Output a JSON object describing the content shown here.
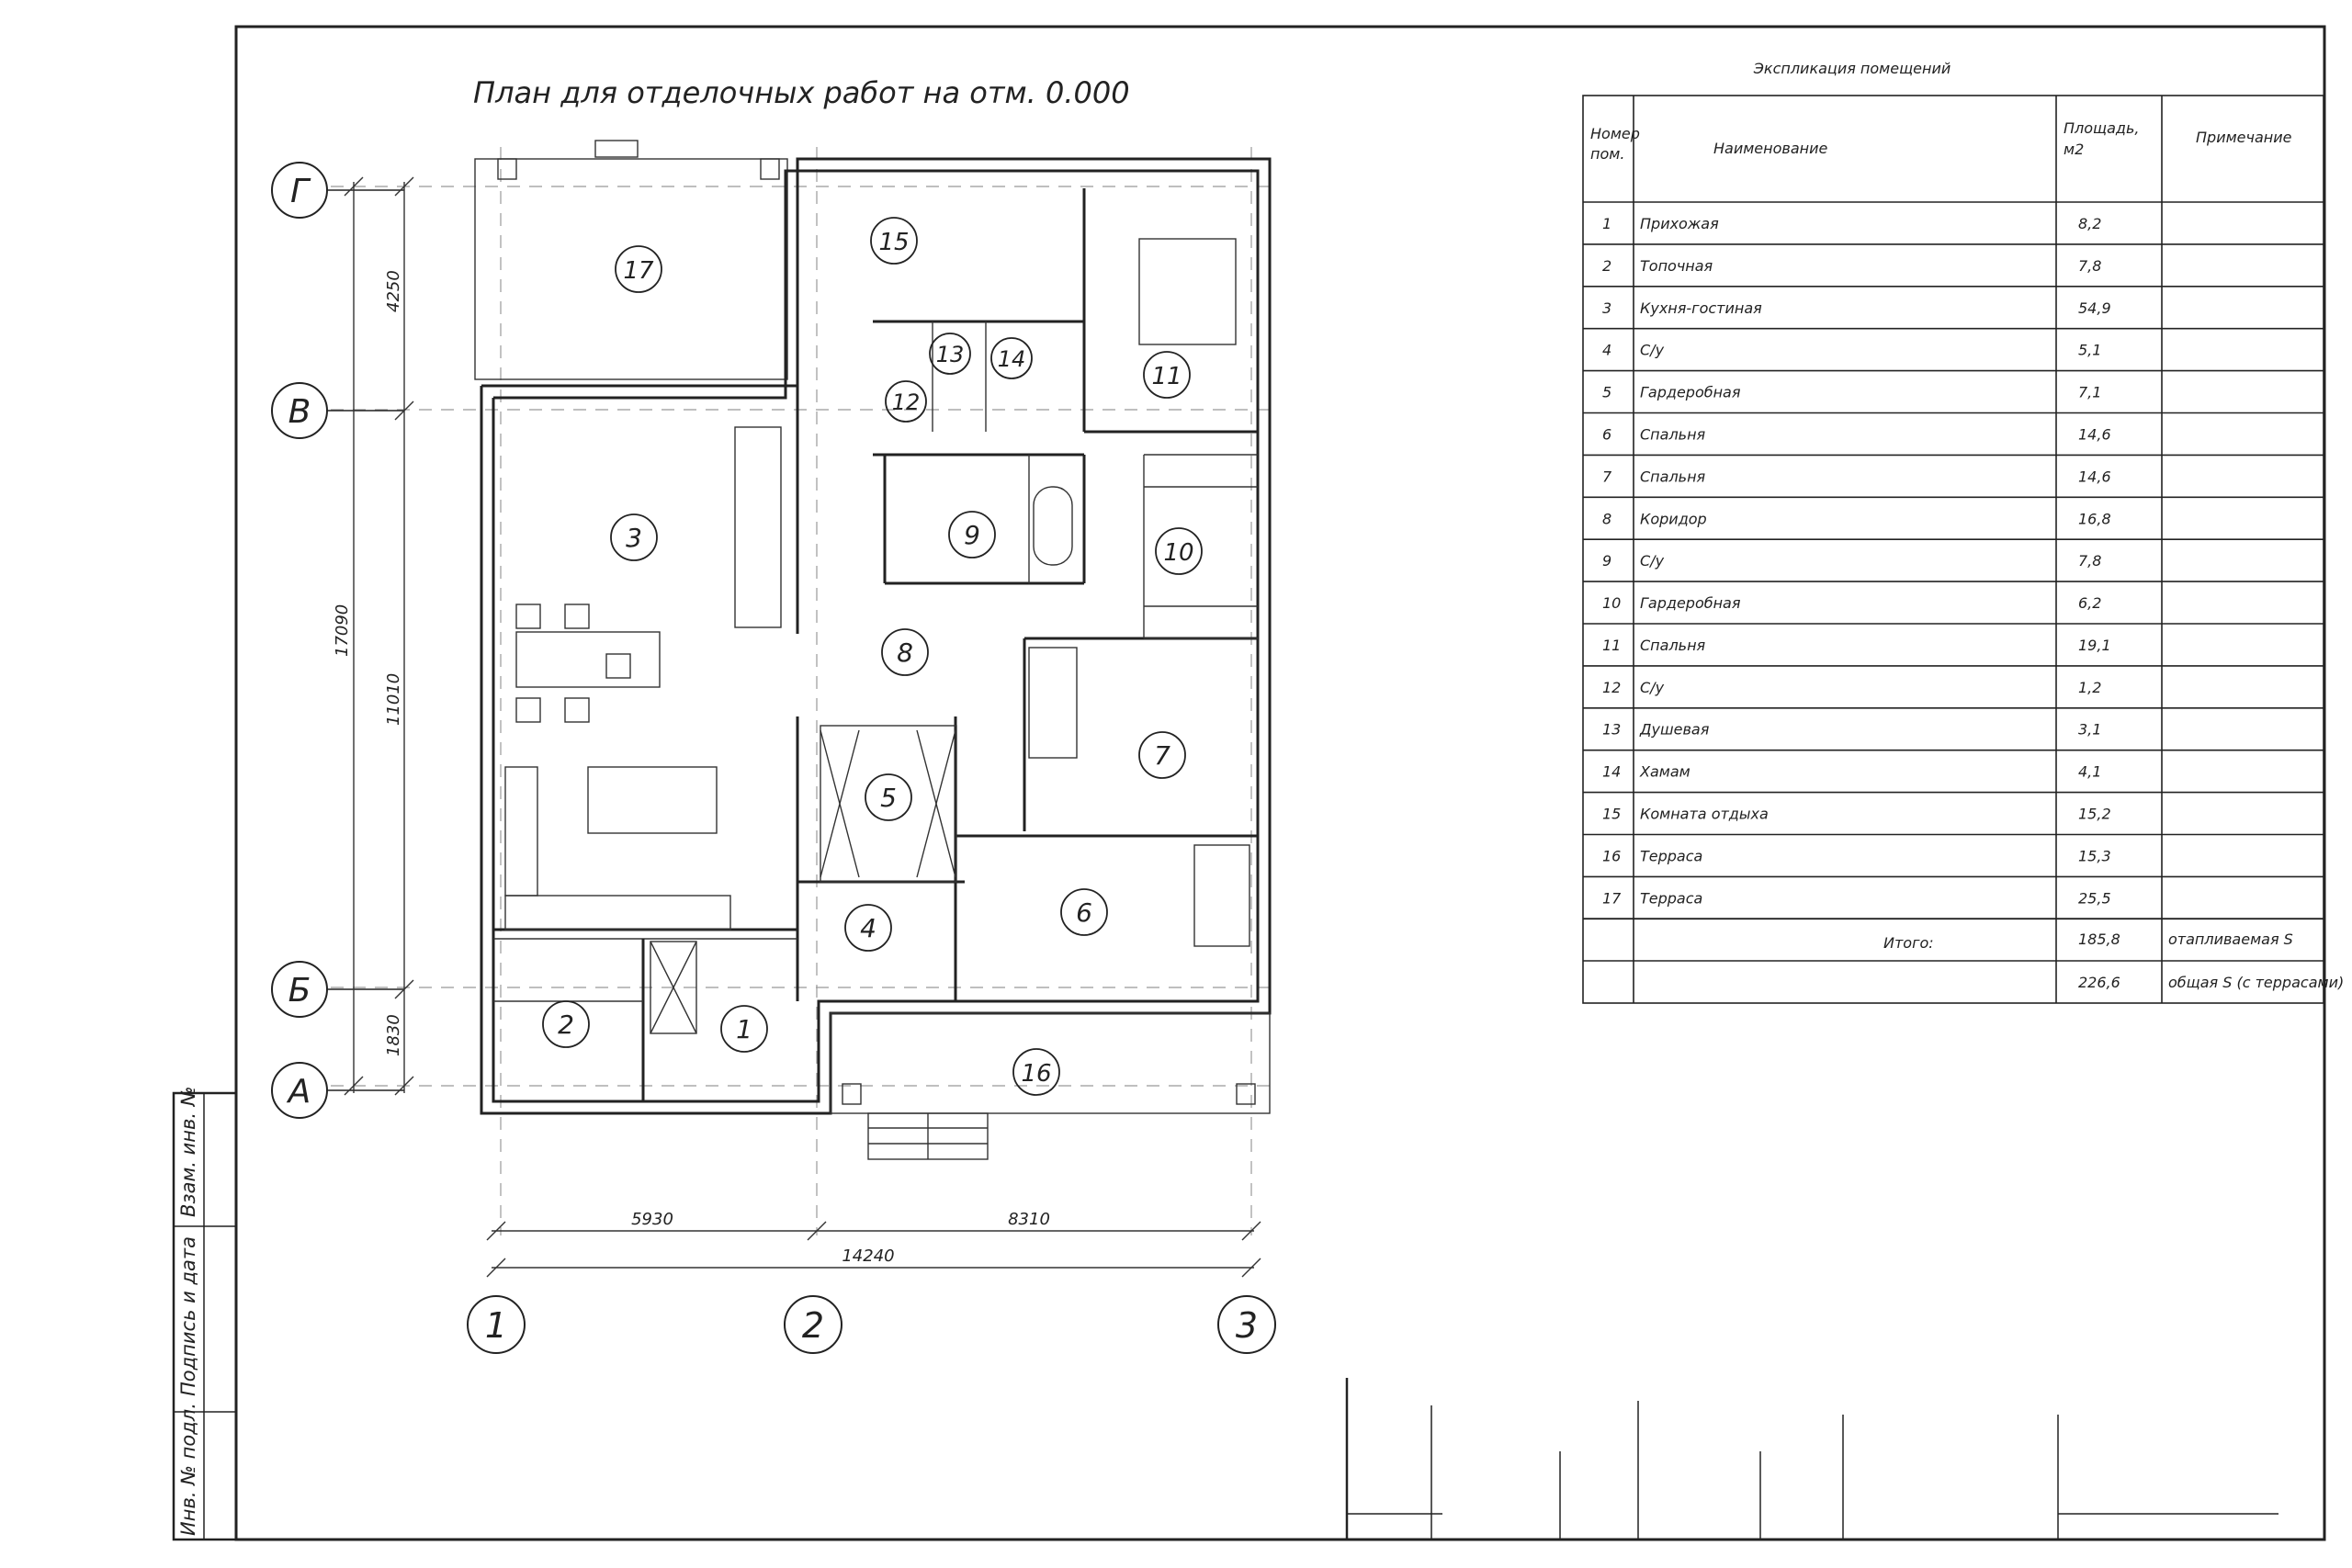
{
  "plan": {
    "title": "План для отделочных работ на отм. 0.000"
  },
  "axes": {
    "rows": [
      "Г",
      "В",
      "Б",
      "А"
    ],
    "cols": [
      "1",
      "2",
      "3"
    ]
  },
  "dimensions": {
    "vertical": [
      "4250",
      "17090",
      "11010",
      "1830"
    ],
    "horizontal": [
      "5930",
      "8310",
      "14240"
    ]
  },
  "room_tags": [
    "1",
    "2",
    "3",
    "4",
    "5",
    "6",
    "7",
    "8",
    "9",
    "10",
    "11",
    "12",
    "13",
    "14",
    "15",
    "16",
    "17"
  ],
  "explication": {
    "title": "Экспликация помещений",
    "headers": {
      "num_line1": "Номер",
      "num_line2": "пом.",
      "name": "Наименование",
      "area_line1": "Площадь,",
      "area_line2": "м2",
      "note": "Примечание"
    },
    "rows": [
      {
        "num": "1",
        "name": "Прихожая",
        "area": "8,2"
      },
      {
        "num": "2",
        "name": "Топочная",
        "area": "7,8"
      },
      {
        "num": "3",
        "name": "Кухня-гостиная",
        "area": "54,9"
      },
      {
        "num": "4",
        "name": "С/у",
        "area": "5,1"
      },
      {
        "num": "5",
        "name": "Гардеробная",
        "area": "7,1"
      },
      {
        "num": "6",
        "name": "Спальня",
        "area": "14,6"
      },
      {
        "num": "7",
        "name": "Спальня",
        "area": "14,6"
      },
      {
        "num": "8",
        "name": "Коридор",
        "area": "16,8"
      },
      {
        "num": "9",
        "name": "С/у",
        "area": "7,8"
      },
      {
        "num": "10",
        "name": "Гардеробная",
        "area": "6,2"
      },
      {
        "num": "11",
        "name": "Спальня",
        "area": "19,1"
      },
      {
        "num": "12",
        "name": "С/у",
        "area": "1,2"
      },
      {
        "num": "13",
        "name": "Душевая",
        "area": "3,1"
      },
      {
        "num": "14",
        "name": "Хамам",
        "area": "4,1"
      },
      {
        "num": "15",
        "name": "Комната отдыха",
        "area": "15,2"
      },
      {
        "num": "16",
        "name": "Терраса",
        "area": "15,3"
      },
      {
        "num": "17",
        "name": "Терраса",
        "area": "25,5"
      }
    ],
    "total_label": "Итого:",
    "total_heated": "185,8",
    "total_heated_note": "отапливаемая S",
    "total_all": "226,6",
    "total_all_note": "общая S (с террасами)"
  },
  "stamp": {
    "inv_podl": "Инв. № подл.",
    "podpis_data": "Подпись и дата",
    "vzam_inv": "Взам. инв. №"
  }
}
